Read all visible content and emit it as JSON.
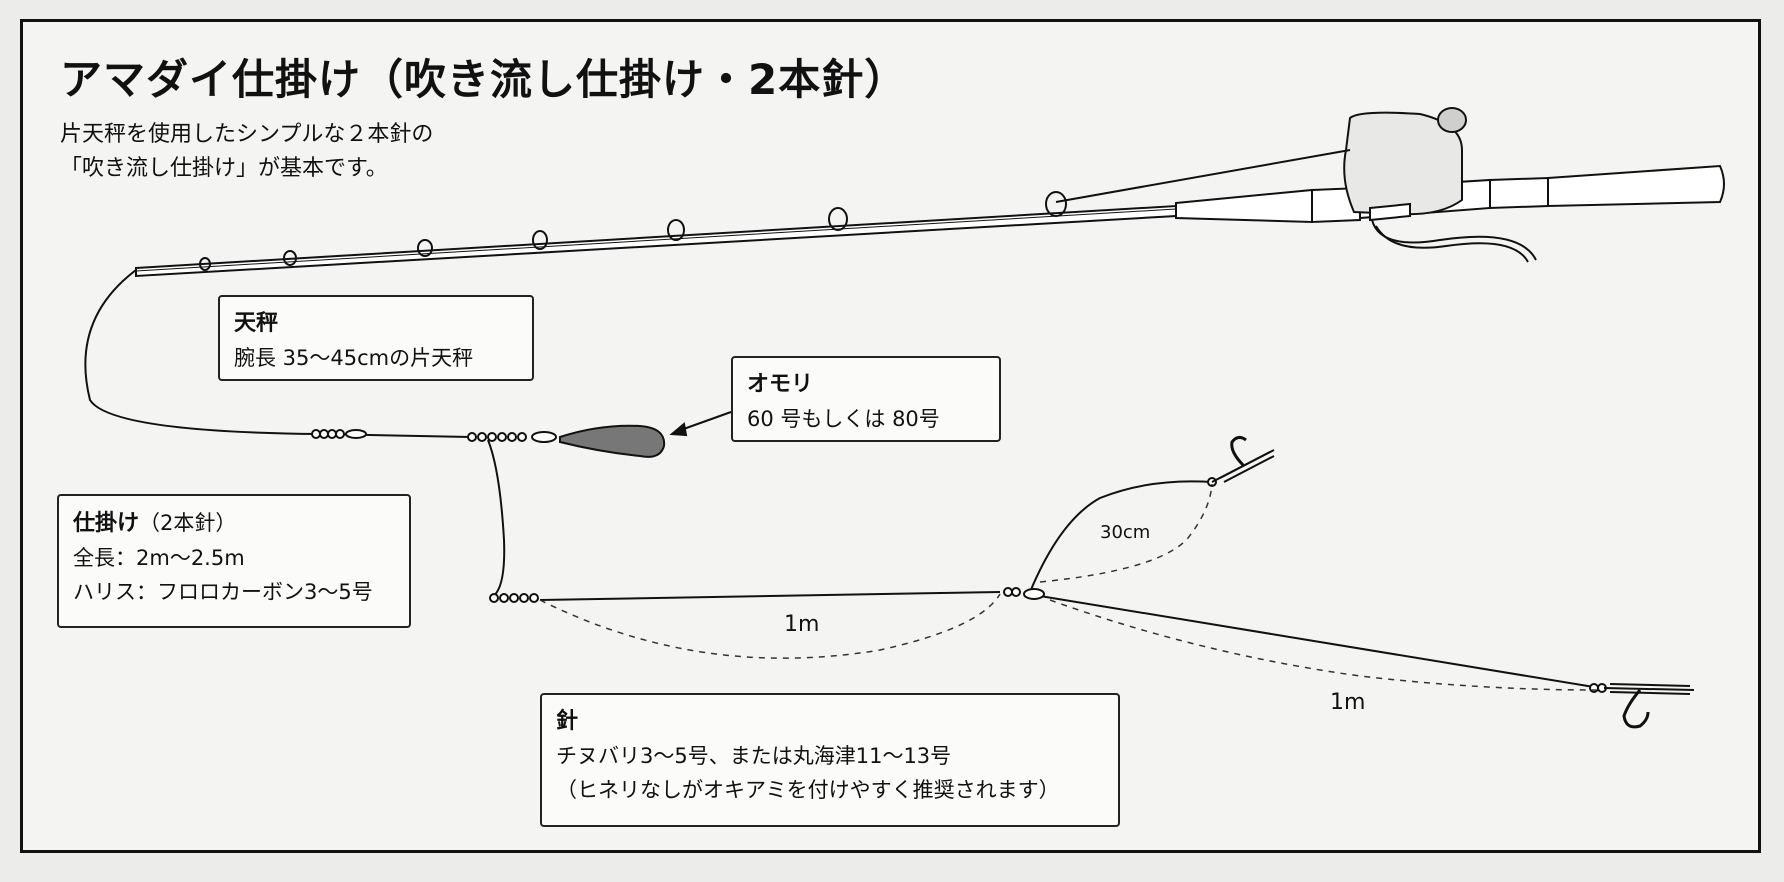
{
  "title": "アマダイ仕掛け（吹き流し仕掛け・2本針）",
  "subtitle_lines": [
    "片天秤を使用したシンプルな２本針の",
    "「吹き流し仕掛け」が基本です。"
  ],
  "labels": {
    "tenbin": {
      "heading": "天秤",
      "line1": "腕長 35～45cmの片天秤"
    },
    "omori": {
      "heading": "オモリ",
      "line1": "60 号もしくは 80号"
    },
    "shikake": {
      "heading": "仕掛け",
      "heading_sub": "（2本針）",
      "line1": "全長：2m～2.5m",
      "line2": "ハリス：フロロカーボン3～5号"
    },
    "hari": {
      "heading": "針",
      "line1": "チヌバリ3～5号、または丸海津11～13号",
      "line2": "（ヒネリなしがオキアミを付けやすく推奨されます）"
    }
  },
  "dimensions": {
    "branch_length": "30cm",
    "main_length": "1m",
    "lower_length": "1m"
  },
  "colors": {
    "line": "#111111",
    "sinker": "#777777",
    "background": "#f4f4f3"
  }
}
